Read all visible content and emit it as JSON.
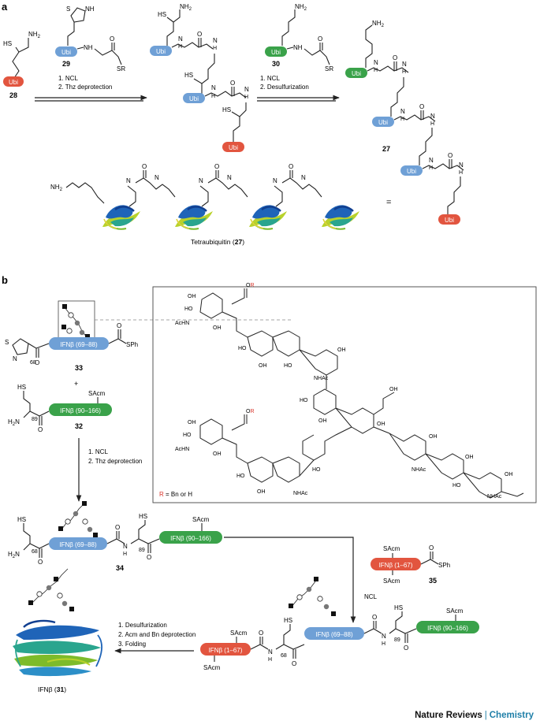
{
  "panel_a": {
    "label": "a",
    "ubi": "Ubi",
    "nh2": "NH2",
    "nh2_base": "NH",
    "nh2_sub": "2",
    "hs": "HS",
    "s": "S",
    "nh": "NH",
    "n": "N",
    "h": "H",
    "o": "O",
    "sr": "SR",
    "num_28": "28",
    "num_29": "29",
    "num_30": "30",
    "num_27": "27",
    "step1_line1": "1. NCL",
    "step1_line2": "2. Thz deprotection",
    "step2_line1": "1. NCL",
    "step2_line2": "2. Desulfurization",
    "equals": "=",
    "caption_prefix": "Tetraubiquitin (",
    "caption_num": "27",
    "caption_suffix": ")",
    "colors": {
      "red": "#e2553f",
      "blue": "#6fa0d6",
      "green": "#3aa24a"
    }
  },
  "panel_b": {
    "label": "b",
    "seg_69_88": "IFNβ (69–88)",
    "seg_90_166": "IFNβ (90–166)",
    "seg_1_67": "IFNβ (1–67)",
    "sph": "SPh",
    "sacm": "SAcm",
    "hs": "HS",
    "h2n": "H2N",
    "h2n_base": "H",
    "h2n_sub": "2",
    "h2n_tail": "N",
    "n": "N",
    "h": "H",
    "s": "S",
    "o": "O",
    "res_68": "68",
    "res_89": "89",
    "plus": "+",
    "num_33": "33",
    "num_32": "32",
    "num_34": "34",
    "num_35": "35",
    "step1_line1": "1. NCL",
    "step1_line2": "2. Thz deprotection",
    "ncl": "NCL",
    "final_step1": "1. Desulfurization",
    "final_step2": "2. Acm and Bn deprotection",
    "final_step3": "3. Folding",
    "protein_caption_prefix": "IFNβ (",
    "protein_caption_num": "31",
    "protein_caption_suffix": ")",
    "glycan_r_label": "R",
    "glycan_r_value": " = Bn or H",
    "glycan_labels": {
      "oh": "OH",
      "ho": "HO",
      "nhac": "NHAc",
      "acnh": "AcHN",
      "or": "O",
      "r": "R"
    },
    "colors": {
      "red": "#e2553f",
      "blue": "#6fa0d6",
      "green": "#3aa24a",
      "r_red": "#d9342b"
    }
  },
  "footer": {
    "journal": "Nature Reviews",
    "separator": "|",
    "section": "Chemistry"
  }
}
